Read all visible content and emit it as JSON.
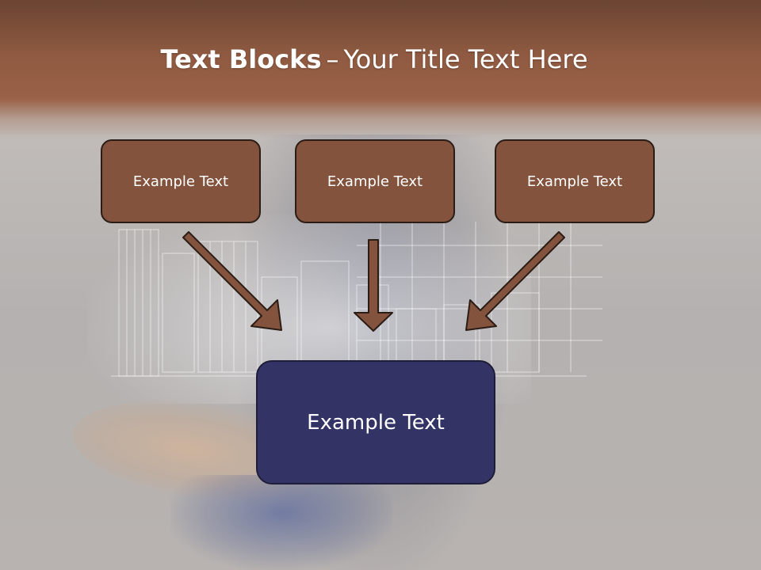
{
  "slide": {
    "title_bold": "Text Blocks",
    "title_dash": "–",
    "title_rest": "Your Title Text Here"
  },
  "diagram": {
    "top_boxes": [
      "Example Text",
      "Example Text",
      "Example Text"
    ],
    "bottom_box": "Example Text"
  },
  "colors": {
    "header_band": "#8f5a41",
    "top_box_fill": "#83533d",
    "bottom_box_fill": "#343366",
    "arrow_fill": "#83533d",
    "text": "#ffffff"
  }
}
